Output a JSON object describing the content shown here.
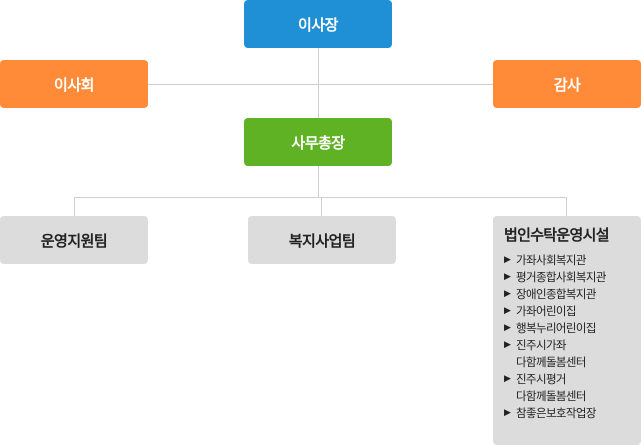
{
  "chairman": "이사장",
  "board": "이사회",
  "auditor": "감사",
  "secretary_general": "사무총장",
  "teams": [
    "운영지원팀",
    "복지사업팀"
  ],
  "corporation_facilities": {
    "title": "법인수탁운영시설",
    "bullet": "▶",
    "items": [
      "가좌사회복지관",
      "평거종합사회복지관",
      "장애인종합복지관",
      "가좌어린이집",
      "행복누리어린이집",
      "진주시가좌\n다함께돌봄센터",
      "진주시평거\n다함께돌봄센터",
      "참좋은보호작업장"
    ]
  },
  "colors": {
    "chairman": "#1f8fd6",
    "board_auditor": "#ff8a38",
    "secretary_general": "#5fb224",
    "teams": "#dcdcdc",
    "connector": "#cfcfcf"
  }
}
